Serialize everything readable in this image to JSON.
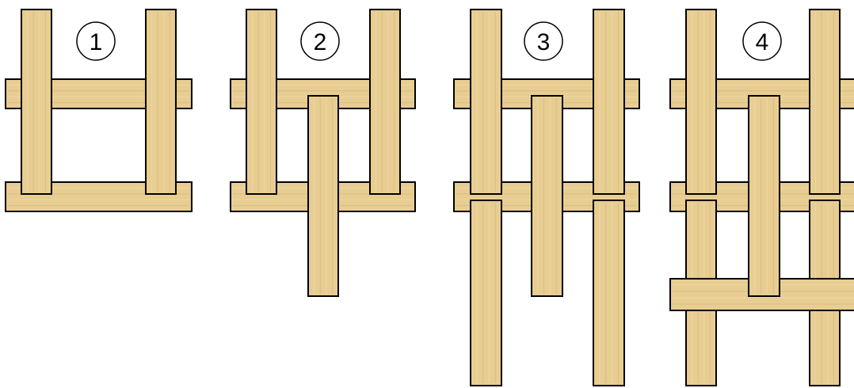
{
  "diagram": {
    "colors": {
      "strip": "#e8cd93",
      "strip_light": "#f0dcab",
      "strip_dark": "#d5b577",
      "outline": "#000000",
      "background": "#ffffff"
    },
    "steps": [
      {
        "label": "1"
      },
      {
        "label": "2"
      },
      {
        "label": "3"
      },
      {
        "label": "4"
      }
    ]
  }
}
